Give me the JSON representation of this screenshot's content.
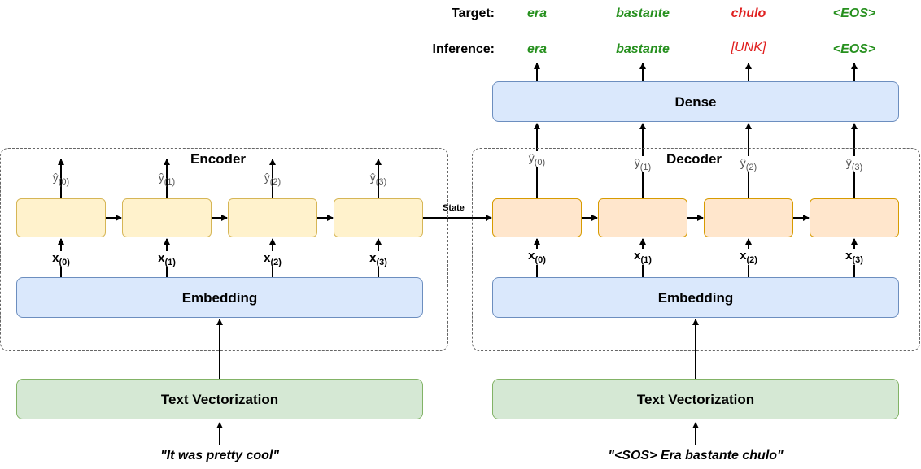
{
  "header": {
    "target_label": "Target:",
    "inference_label": "Inference:",
    "target_tokens": [
      "era",
      "bastante",
      "chulo",
      "<EOS>"
    ],
    "inference_tokens": [
      "era",
      "bastante",
      "[UNK]",
      "<EOS>"
    ]
  },
  "dense": {
    "label": "Dense"
  },
  "encoder": {
    "title": "Encoder",
    "embedding_label": "Embedding",
    "x_base": "x",
    "x_subs": [
      "(0)",
      "(1)",
      "(2)",
      "(3)"
    ],
    "y_base": "ŷ",
    "y_subs": [
      "(0)",
      "(1)",
      "(2)",
      "(3)"
    ]
  },
  "decoder": {
    "title": "Decoder",
    "embedding_label": "Embedding",
    "x_base": "x",
    "x_subs": [
      "(0)",
      "(1)",
      "(2)",
      "(3)"
    ],
    "y_base": "ŷ",
    "y_subs": [
      "(0)",
      "(1)",
      "(2)",
      "(3)"
    ]
  },
  "state_label": "State",
  "vectorization": {
    "left_label": "Text Vectorization",
    "right_label": "Text Vectorization"
  },
  "inputs": {
    "left": "\"It was pretty cool\"",
    "right": "\"<SOS> Era bastante chulo\""
  },
  "colors": {
    "blue_fill": "#dae8fc",
    "green_fill": "#d5e8d4",
    "yellow_fill": "#fff2cc",
    "orange_fill": "#ffe6cc",
    "correct_token": "#26901e",
    "wrong_token": "#e02020"
  }
}
